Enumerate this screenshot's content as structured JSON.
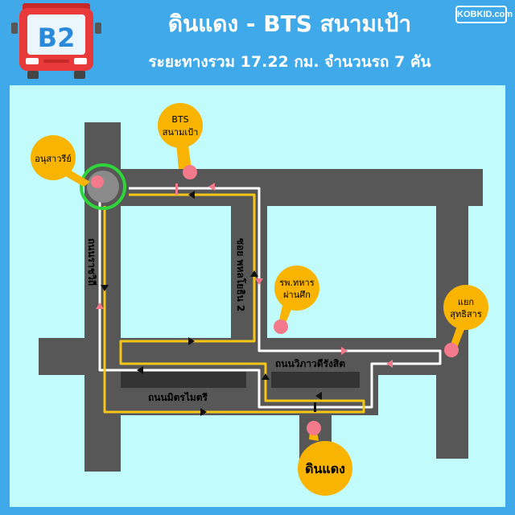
{
  "header": {
    "route_number": "B2",
    "title": "ดินแดง - BTS สนามเป้า",
    "subtitle": "ระยะทางรวม 17.22 กม. จำนวนรถ 7 คัน",
    "logo": "KOBKID.com"
  },
  "places": {
    "monument": "อนุสาวรีย์",
    "bts_line1": "BTS",
    "bts_line2": "สนามเป้า",
    "hospital_line1": "รพ.ทหาร",
    "hospital_line2": "ผ่านศึก",
    "sutthisan_line1": "แยก",
    "sutthisan_line2": "สุทธิสาร",
    "dindaeng": "ดินแดง"
  },
  "roads": {
    "soi_phahon": "ซอย พหลโยธิน 2",
    "ratchawithi": "ถนนราชวิถี",
    "vibhavadi": "ถนนวิภาวดีรังสิต",
    "mitmaitri": "ถนนมิตรไมตรี"
  },
  "colors": {
    "header_bg": "#3fa9e9",
    "map_bg": "#c2fbfb",
    "road": "#575757",
    "outbound_line": "#ffffff",
    "inbound_line": "#f5c518",
    "pin": "#f37a8a",
    "marker": "#f8b400",
    "monument_ring": "#2fd43a",
    "bus_body": "#e83a3a"
  },
  "icons": {
    "bus": "bus-icon",
    "pin": "map-pin-icon",
    "arrow": "direction-arrow-icon"
  }
}
